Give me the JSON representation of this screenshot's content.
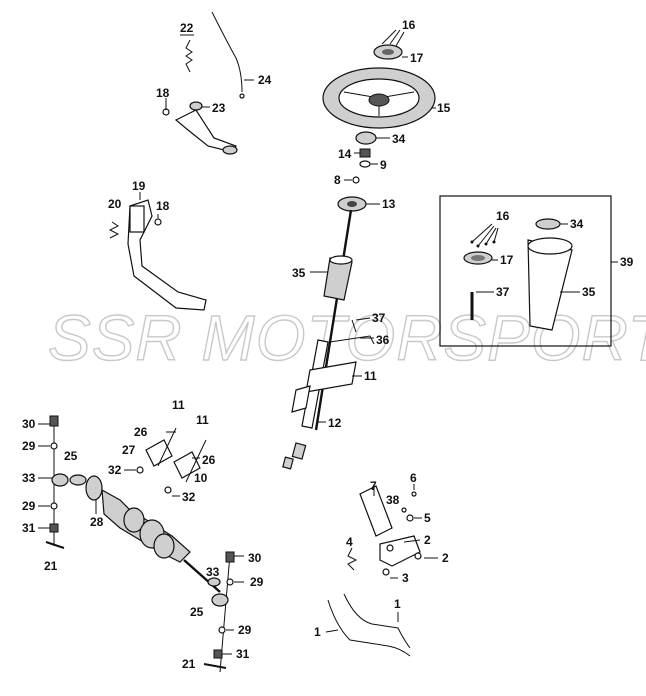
{
  "watermark": "SSR MOTORSPORTS",
  "callouts": {
    "c1a": "1",
    "c1b": "1",
    "c2a": "2",
    "c2b": "2",
    "c3": "3",
    "c4": "4",
    "c5": "5",
    "c6": "6",
    "c7": "7",
    "c8": "8",
    "c9": "9",
    "c10": "10",
    "c11a": "11",
    "c11b": "11",
    "c11c": "11",
    "c12": "12",
    "c13": "13",
    "c14": "14",
    "c15": "15",
    "c16a": "16",
    "c16b": "16",
    "c17a": "17",
    "c17b": "17",
    "c18a": "18",
    "c18b": "18",
    "c19": "19",
    "c20": "20",
    "c21a": "21",
    "c21b": "21",
    "c22": "22",
    "c23": "23",
    "c24": "24",
    "c25a": "25",
    "c25b": "25",
    "c26a": "26",
    "c26b": "26",
    "c27": "27",
    "c28": "28",
    "c29a": "29",
    "c29b": "29",
    "c29c": "29",
    "c29d": "29",
    "c30a": "30",
    "c30b": "30",
    "c31a": "31",
    "c31b": "31",
    "c32a": "32",
    "c32b": "32",
    "c33a": "33",
    "c33b": "33",
    "c34a": "34",
    "c34b": "34",
    "c35a": "35",
    "c35b": "35",
    "c36": "36",
    "c37a": "37",
    "c37b": "37",
    "c38": "38",
    "c39": "39"
  }
}
